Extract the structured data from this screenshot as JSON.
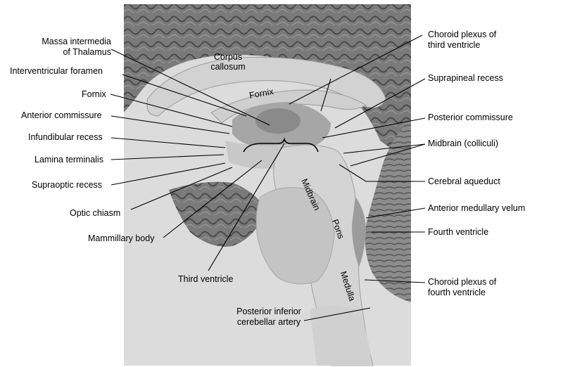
{
  "left_labels": {
    "massa_line1": "Massa intermedia",
    "massa_line2": "of Thalamus",
    "interventricular": "Interventricular foramen",
    "fornix": "Fornix",
    "anterior_commissure": "Anterior commissure",
    "infundibular": "Infundibular recess",
    "lamina": "Lamina terminalis",
    "supraoptic": "Supraoptic recess",
    "optic_chiasm": "Optic chiasm",
    "mammillary": "Mammillary body"
  },
  "bottom_labels": {
    "third_ventricle": "Third ventricle",
    "pica_line1": "Posterior inferior",
    "pica_line2": "cerebellar artery"
  },
  "right_labels": {
    "choroid3_line1": "Choroid plexus of",
    "choroid3_line2": "third ventricle",
    "suprapineal": "Suprapineal recess",
    "posterior_commissure": "Posterior commissure",
    "midbrain_colliculi": "Midbrain (colliculi)",
    "cerebral_aqueduct": "Cerebral aqueduct",
    "anterior_medullary_velum": "Anterior medullary velum",
    "fourth_ventricle": "Fourth ventricle",
    "choroid4_line1": "Choroid plexus of",
    "choroid4_line2": "fourth ventricle"
  },
  "in_image_labels": {
    "corpus_line1": "Corpus",
    "corpus_line2": "callosum",
    "fornix": "Fornix",
    "midbrain": "Midbrain",
    "pons": "Pons",
    "medulla": "Medulla"
  }
}
